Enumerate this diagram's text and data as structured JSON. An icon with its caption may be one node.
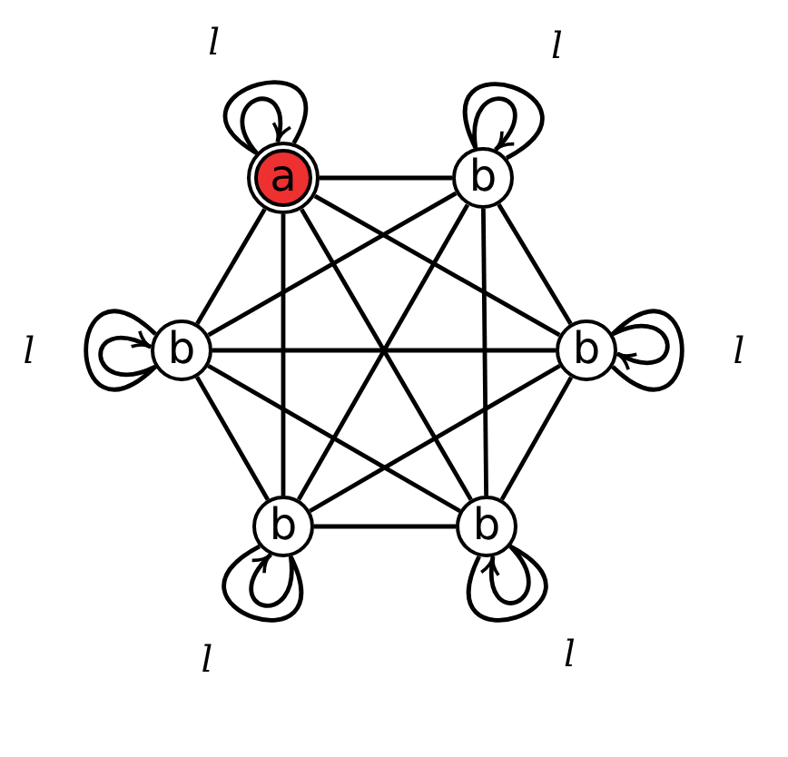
{
  "diagram": {
    "nodes": [
      {
        "text": [
          "a"
        ]
      },
      {
        "text": [
          "b"
        ]
      },
      {
        "text": [
          "b"
        ]
      },
      {
        "text": [
          "b"
        ]
      },
      {
        "text": [
          "b"
        ]
      },
      {
        "text": [
          "b"
        ]
      }
    ],
    "edges": [
      {
        "from": 0,
        "to": 0,
        "arrow": "to",
        "label": "l"
      },
      {
        "from": 1,
        "to": 1,
        "arrow": "to",
        "label": "l"
      },
      {
        "from": 2,
        "to": 2,
        "arrow": "to",
        "label": "l"
      },
      {
        "from": 3,
        "to": 3,
        "arrow": "to",
        "label": "l"
      },
      {
        "from": 4,
        "to": 4,
        "arrow": "to",
        "label": "l"
      },
      {
        "from": 5,
        "to": 5,
        "arrow": "to",
        "label": "l"
      },
      {
        "from": 0,
        "to": 1,
        "arrow": "none"
      },
      {
        "from": 0,
        "to": 2,
        "arrow": "none"
      },
      {
        "from": 0,
        "to": 3,
        "arrow": "none"
      },
      {
        "from": 0,
        "to": 4,
        "arrow": "none"
      },
      {
        "from": 0,
        "to": 5,
        "arrow": "none"
      },
      {
        "from": 1,
        "to": 2,
        "arrow": "none"
      },
      {
        "from": 1,
        "to": 3,
        "arrow": "none"
      },
      {
        "from": 1,
        "to": 4,
        "arrow": "none"
      },
      {
        "from": 1,
        "to": 5,
        "arrow": "none"
      },
      {
        "from": 2,
        "to": 3,
        "arrow": "none"
      },
      {
        "from": 2,
        "to": 4,
        "arrow": "none"
      },
      {
        "from": 2,
        "to": 5,
        "arrow": "none"
      },
      {
        "from": 3,
        "to": 4,
        "arrow": "none"
      },
      {
        "from": 3,
        "to": 5,
        "arrow": "none"
      },
      {
        "from": 4,
        "to": 5,
        "arrow": "none"
      }
    ]
  }
}
